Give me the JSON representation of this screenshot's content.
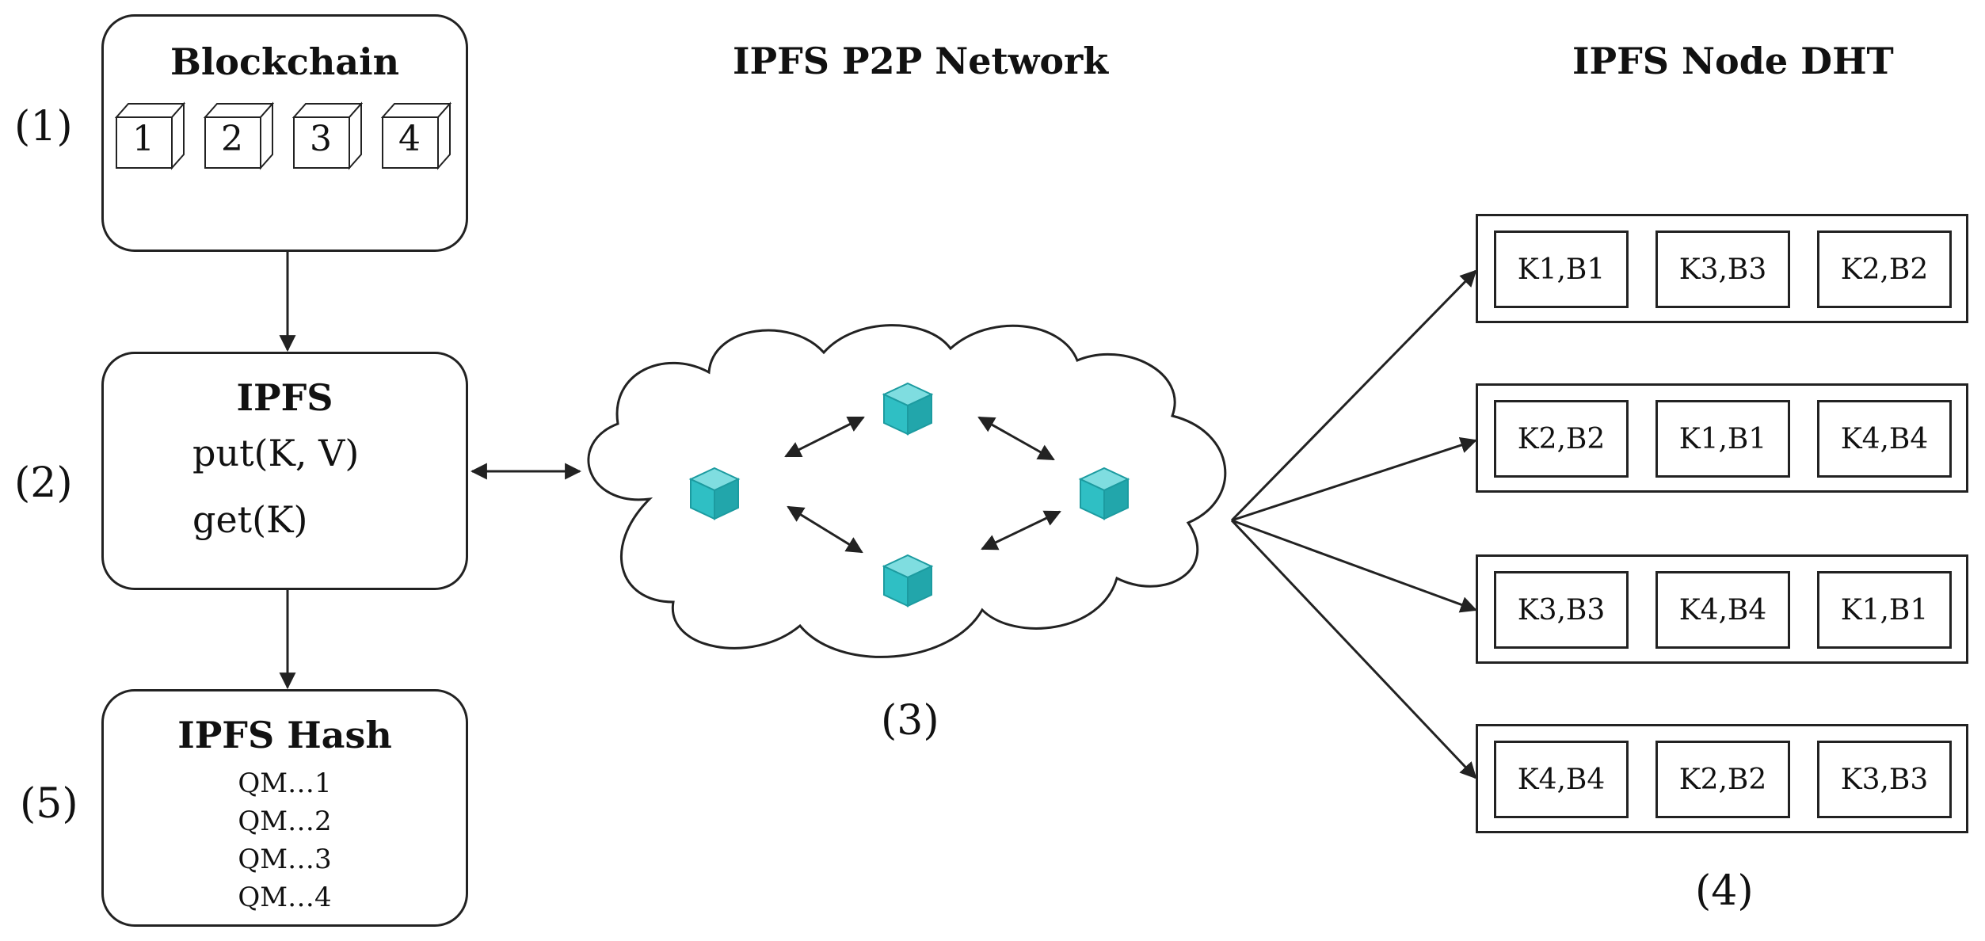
{
  "headings": {
    "network": "IPFS P2P Network",
    "dht": "IPFS Node DHT"
  },
  "steps": [
    "(1)",
    "(2)",
    "(3)",
    "(4)",
    "(5)"
  ],
  "blockchain": {
    "title": "Blockchain",
    "blocks": [
      "1",
      "2",
      "3",
      "4"
    ]
  },
  "ipfs": {
    "title": "IPFS",
    "put": "put(K, V)",
    "get": "get(K)"
  },
  "hash": {
    "title": "IPFS Hash",
    "lines": [
      "QM…1",
      "QM…2",
      "QM…3",
      "QM…4"
    ]
  },
  "dht_rows": [
    [
      "K1,B1",
      "K3,B3",
      "K2,B2"
    ],
    [
      "K2,B2",
      "K1,B1",
      "K4,B4"
    ],
    [
      "K3,B3",
      "K4,B4",
      "K1,B1"
    ],
    [
      "K4,B4",
      "K2,B2",
      "K3,B3"
    ]
  ],
  "colors": {
    "node_cube": "#2fbfc4",
    "line": "#222222"
  }
}
